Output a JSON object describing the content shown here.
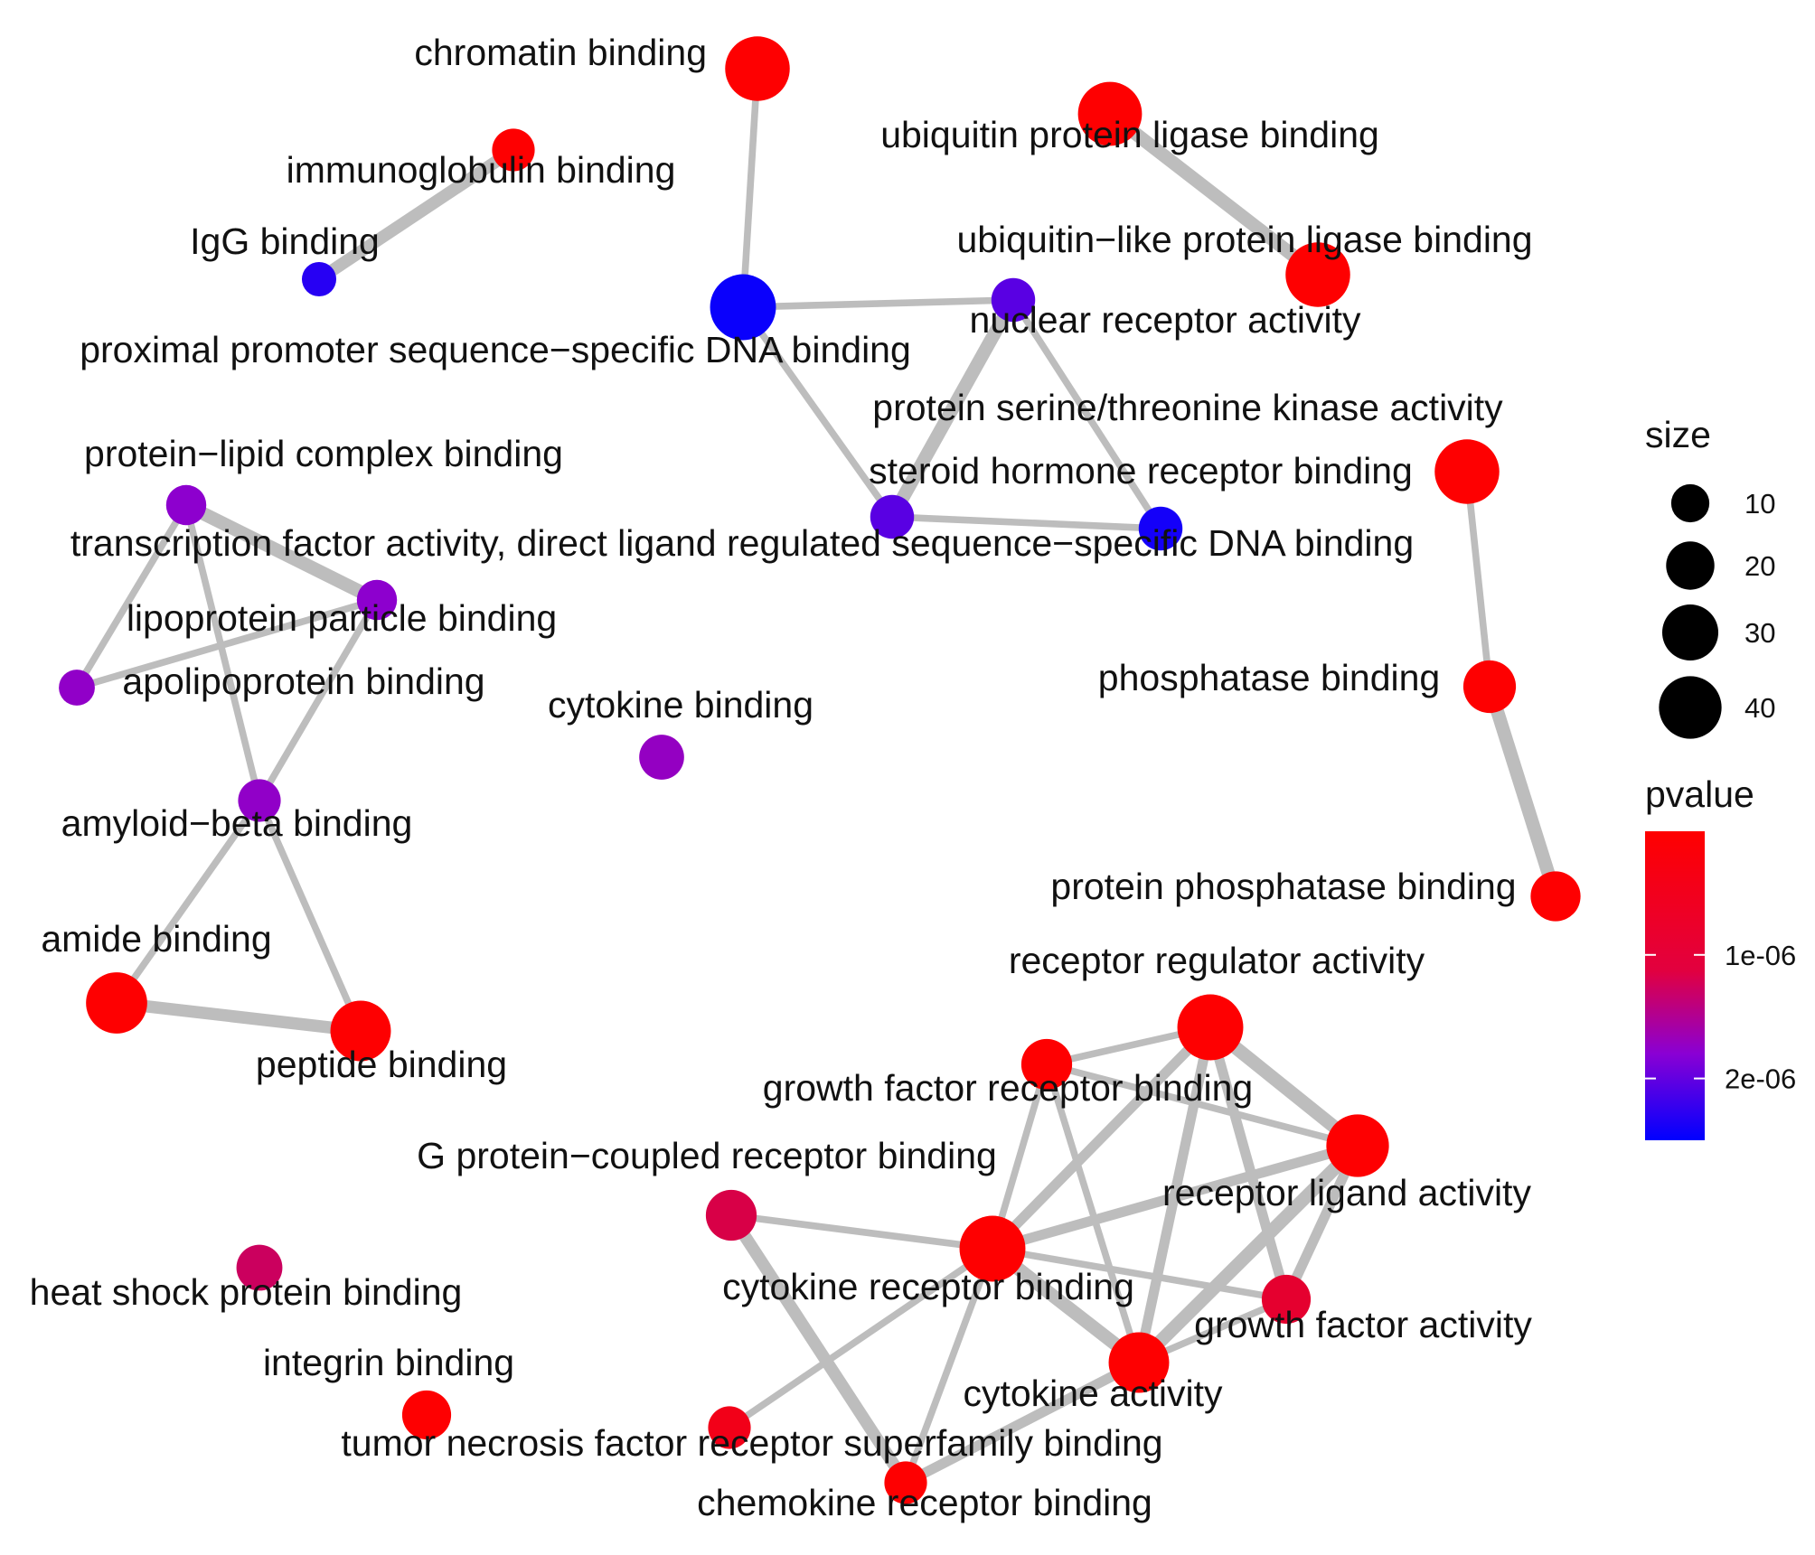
{
  "legend": {
    "size_title": "size",
    "size_items": [
      {
        "label": "10",
        "value": 10
      },
      {
        "label": "20",
        "value": 20
      },
      {
        "label": "30",
        "value": 30
      },
      {
        "label": "40",
        "value": 40
      }
    ],
    "pvalue_title": "pvalue",
    "pvalue_ticks": [
      {
        "label": "1e-06",
        "value": 1e-06
      },
      {
        "label": "2e-06",
        "value": 2e-06
      }
    ],
    "colors": {
      "low_pvalue": "#ff0000",
      "mid_pvalue": "#8a00d4",
      "high_pvalue": "#0000ff"
    },
    "pvalue_range": [
      0,
      2.5e-06
    ]
  },
  "nodes": [
    {
      "id": "chromatin",
      "label": "chromatin binding",
      "size": 38,
      "pvalue": 1e-08
    },
    {
      "id": "immunoglobulin",
      "label": "immunoglobulin binding",
      "size": 12,
      "pvalue": 1e-08
    },
    {
      "id": "igg",
      "label": "IgG binding",
      "size": 6,
      "pvalue": 2.3e-06
    },
    {
      "id": "proximal",
      "label": "proximal promoter sequence−specific DNA binding",
      "size": 40,
      "pvalue": 2.45e-06
    },
    {
      "id": "ubiq",
      "label": "ubiquitin protein ligase binding",
      "size": 37,
      "pvalue": 1e-08
    },
    {
      "id": "ubiqlike",
      "label": "ubiquitin−like protein ligase binding",
      "size": 38,
      "pvalue": 1e-08
    },
    {
      "id": "nuclear",
      "label": "nuclear receptor activity",
      "size": 13,
      "pvalue": 2.05e-06
    },
    {
      "id": "ser_thr",
      "label": "protein serine/threonine kinase activity",
      "size": 38,
      "pvalue": 1e-08
    },
    {
      "id": "steroid",
      "label": "steroid hormone receptor binding",
      "size": 13,
      "pvalue": 2.05e-06
    },
    {
      "id": "tf_ligand",
      "label": "transcription factor activity, direct ligand regulated sequence−specific DNA binding",
      "size": 13,
      "pvalue": 2.4e-06
    },
    {
      "id": "protlipid",
      "label": "protein−lipid complex binding",
      "size": 10,
      "pvalue": 1.75e-06
    },
    {
      "id": "lipoprotein",
      "label": "lipoprotein particle binding",
      "size": 10,
      "pvalue": 1.75e-06
    },
    {
      "id": "apolipo",
      "label": "apolipoprotein binding",
      "size": 7,
      "pvalue": 1.7e-06
    },
    {
      "id": "cytokine_b",
      "label": "cytokine binding",
      "size": 14,
      "pvalue": 1.65e-06
    },
    {
      "id": "amyloid",
      "label": "amyloid−beta binding",
      "size": 12,
      "pvalue": 1.7e-06
    },
    {
      "id": "phosphatase",
      "label": "phosphatase binding",
      "size": 22,
      "pvalue": 1e-08
    },
    {
      "id": "protphos",
      "label": "protein phosphatase binding",
      "size": 19,
      "pvalue": 1e-08
    },
    {
      "id": "amide",
      "label": "amide binding",
      "size": 33,
      "pvalue": 1e-08
    },
    {
      "id": "peptide",
      "label": "peptide binding",
      "size": 32,
      "pvalue": 1e-08
    },
    {
      "id": "recreg",
      "label": "receptor regulator activity",
      "size": 40,
      "pvalue": 1e-08
    },
    {
      "id": "gfrb",
      "label": "growth factor receptor binding",
      "size": 20,
      "pvalue": 1e-08
    },
    {
      "id": "reclig",
      "label": "receptor ligand activity",
      "size": 35,
      "pvalue": 1e-08
    },
    {
      "id": "gpcr",
      "label": "G protein−coupled receptor binding",
      "size": 20,
      "pvalue": 6e-07
    },
    {
      "id": "cytrec",
      "label": "cytokine receptor binding",
      "size": 40,
      "pvalue": 1e-08
    },
    {
      "id": "heatshock",
      "label": "heat shock protein binding",
      "size": 15,
      "pvalue": 8e-07
    },
    {
      "id": "gfact",
      "label": "growth factor activity",
      "size": 18,
      "pvalue": 4e-07
    },
    {
      "id": "cytact",
      "label": "cytokine activity",
      "size": 32,
      "pvalue": 1e-08
    },
    {
      "id": "integrin",
      "label": "integrin binding",
      "size": 18,
      "pvalue": 1e-08
    },
    {
      "id": "tnf",
      "label": "tumor necrosis factor receptor superfamily binding",
      "size": 12,
      "pvalue": 2e-07
    },
    {
      "id": "chemokine",
      "label": "chemokine receptor binding",
      "size": 12,
      "pvalue": 1e-08
    }
  ],
  "edges": [
    {
      "source": "immunoglobulin",
      "target": "igg",
      "weight": 0.8
    },
    {
      "source": "chromatin",
      "target": "proximal",
      "weight": 0.3
    },
    {
      "source": "proximal",
      "target": "nuclear",
      "weight": 0.3
    },
    {
      "source": "proximal",
      "target": "steroid",
      "weight": 0.3
    },
    {
      "source": "ubiq",
      "target": "ubiqlike",
      "weight": 0.9
    },
    {
      "source": "nuclear",
      "target": "steroid",
      "weight": 0.9
    },
    {
      "source": "nuclear",
      "target": "tf_ligand",
      "weight": 0.3
    },
    {
      "source": "steroid",
      "target": "tf_ligand",
      "weight": 0.3
    },
    {
      "source": "ser_thr",
      "target": "phosphatase",
      "weight": 0.3
    },
    {
      "source": "phosphatase",
      "target": "protphos",
      "weight": 0.9
    },
    {
      "source": "protlipid",
      "target": "lipoprotein",
      "weight": 0.9
    },
    {
      "source": "protlipid",
      "target": "apolipo",
      "weight": 0.3
    },
    {
      "source": "protlipid",
      "target": "amyloid",
      "weight": 0.3
    },
    {
      "source": "lipoprotein",
      "target": "apolipo",
      "weight": 0.3
    },
    {
      "source": "lipoprotein",
      "target": "amyloid",
      "weight": 0.3
    },
    {
      "source": "amyloid",
      "target": "amide",
      "weight": 0.3
    },
    {
      "source": "amyloid",
      "target": "peptide",
      "weight": 0.3
    },
    {
      "source": "amide",
      "target": "peptide",
      "weight": 0.8
    },
    {
      "source": "gfrb",
      "target": "recreg",
      "weight": 0.3
    },
    {
      "source": "gfrb",
      "target": "reclig",
      "weight": 0.3
    },
    {
      "source": "gfrb",
      "target": "cytrec",
      "weight": 0.3
    },
    {
      "source": "gfrb",
      "target": "cytact",
      "weight": 0.3
    },
    {
      "source": "recreg",
      "target": "reclig",
      "weight": 0.9
    },
    {
      "source": "recreg",
      "target": "cytrec",
      "weight": 0.6
    },
    {
      "source": "recreg",
      "target": "cytact",
      "weight": 0.6
    },
    {
      "source": "recreg",
      "target": "gfact",
      "weight": 0.6
    },
    {
      "source": "reclig",
      "target": "cytrec",
      "weight": 0.6
    },
    {
      "source": "reclig",
      "target": "cytact",
      "weight": 0.9
    },
    {
      "source": "reclig",
      "target": "gfact",
      "weight": 0.6
    },
    {
      "source": "gpcr",
      "target": "cytrec",
      "weight": 0.3
    },
    {
      "source": "gpcr",
      "target": "chemokine",
      "weight": 0.8
    },
    {
      "source": "cytrec",
      "target": "cytact",
      "weight": 0.9
    },
    {
      "source": "cytrec",
      "target": "gfact",
      "weight": 0.3
    },
    {
      "source": "cytrec",
      "target": "tnf",
      "weight": 0.3
    },
    {
      "source": "cytrec",
      "target": "chemokine",
      "weight": 0.3
    },
    {
      "source": "cytact",
      "target": "gfact",
      "weight": 0.3
    },
    {
      "source": "cytact",
      "target": "chemokine",
      "weight": 0.6
    }
  ]
}
